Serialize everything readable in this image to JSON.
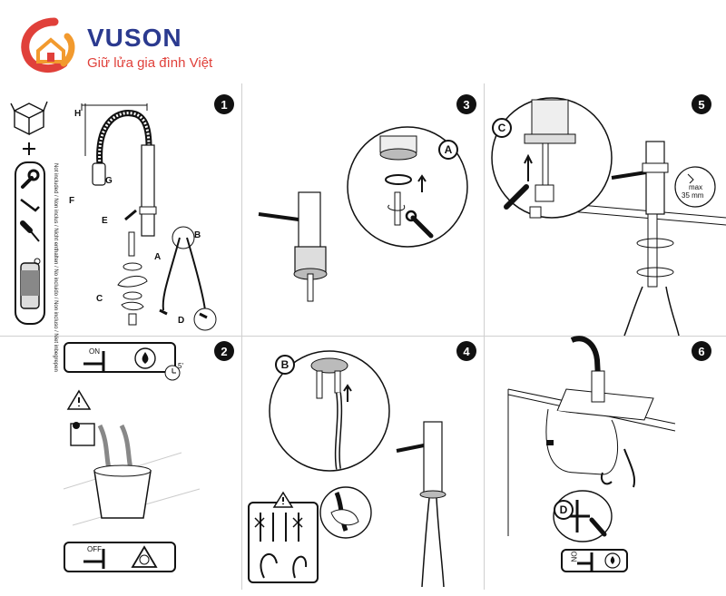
{
  "brand": {
    "name": "VUSON",
    "slogan": "Giữ lửa gia đình Việt"
  },
  "steps": [
    "1",
    "2",
    "3",
    "4",
    "5",
    "6"
  ],
  "panel1": {
    "dim_h": "H",
    "part_labels": [
      "G",
      "F",
      "E",
      "A",
      "B",
      "C",
      "D"
    ],
    "not_included_note": "Not included / Non inclus / Nicht enthalten / No incluido / Non incluso / Niet inbegrepen"
  },
  "panel2": {
    "on_label": "ON",
    "off_label": "OFF",
    "time_label": "5'"
  },
  "panel3": {
    "callout": "A"
  },
  "panel4": {
    "callout": "B"
  },
  "panel5": {
    "callout": "C",
    "max_label": "max",
    "max_value": "35 mm"
  },
  "panel6": {
    "callout": "D",
    "on_label": "ON"
  },
  "colors": {
    "brand_blue": "#2b3a8f",
    "brand_red": "#e0403a",
    "line": "#111111",
    "divider": "#cfcfcf"
  }
}
